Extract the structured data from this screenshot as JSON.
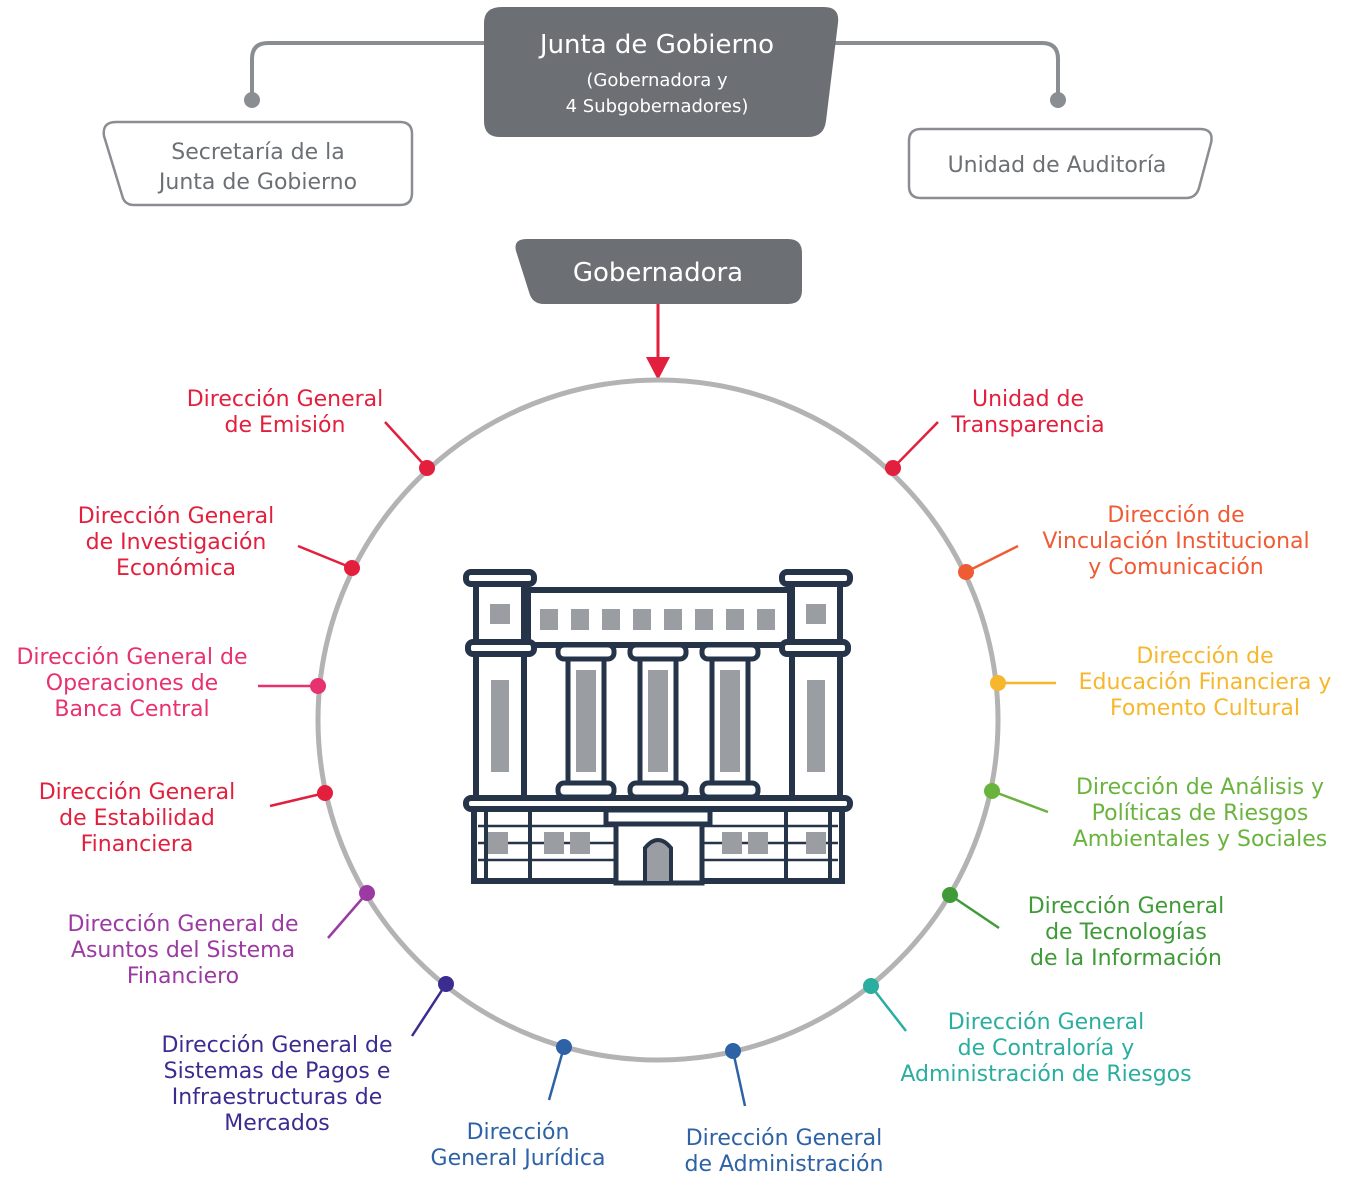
{
  "junta": {
    "title": "Junta de Gobierno",
    "sub_line1": "(Gobernadora y",
    "sub_line2": "4 Subgobernadores)"
  },
  "secretaria": {
    "line1": "Secretaría de la",
    "line2": "Junta de Gobierno"
  },
  "auditoria": {
    "label": "Unidad de Auditoría"
  },
  "gobernadora": {
    "title": "Gobernadora"
  },
  "building": {
    "icon": "building-icon"
  },
  "colors": {
    "box_fill": "#6c7075",
    "connector": "#8a8d91",
    "circle": "#b3b3b3",
    "arrow": "#e21f3d"
  },
  "units": [
    {
      "lines": [
        "Dirección General",
        "de Emisión"
      ],
      "color": "#e21f3d"
    },
    {
      "lines": [
        "Dirección General",
        "de Investigación",
        "Económica"
      ],
      "color": "#e21f3d"
    },
    {
      "lines": [
        "Dirección General de",
        "Operaciones de",
        "Banca Central"
      ],
      "color": "#e8316f"
    },
    {
      "lines": [
        "Dirección General",
        "de Estabilidad",
        "Financiera"
      ],
      "color": "#e21f3d"
    },
    {
      "lines": [
        "Dirección General de",
        "Asuntos del Sistema",
        "Financiero"
      ],
      "color": "#9b3aa2"
    },
    {
      "lines": [
        "Dirección General de",
        "Sistemas de Pagos e",
        "Infraestructuras de",
        "Mercados"
      ],
      "color": "#3b2c91"
    },
    {
      "lines": [
        "Dirección",
        "General Jurídica"
      ],
      "color": "#2e62a6"
    },
    {
      "lines": [
        "Dirección General",
        "de Administración"
      ],
      "color": "#2e62a6"
    },
    {
      "lines": [
        "Dirección General",
        "de Contraloría y",
        "Administración de Riesgos"
      ],
      "color": "#2aaea0"
    },
    {
      "lines": [
        "Dirección General",
        "de Tecnologías",
        "de la Información"
      ],
      "color": "#3f9b38"
    },
    {
      "lines": [
        "Dirección de Análisis y",
        "Políticas de Riesgos",
        "Ambientales y Sociales"
      ],
      "color": "#6ab43e"
    },
    {
      "lines": [
        "Dirección de",
        "Educación Financiera y",
        "Fomento Cultural"
      ],
      "color": "#f6b72d"
    },
    {
      "lines": [
        "Dirección de",
        "Vinculación Institucional",
        "y Comunicación"
      ],
      "color": "#ef5b35"
    },
    {
      "lines": [
        "Unidad de",
        "Transparencia"
      ],
      "color": "#e21f3d"
    }
  ]
}
